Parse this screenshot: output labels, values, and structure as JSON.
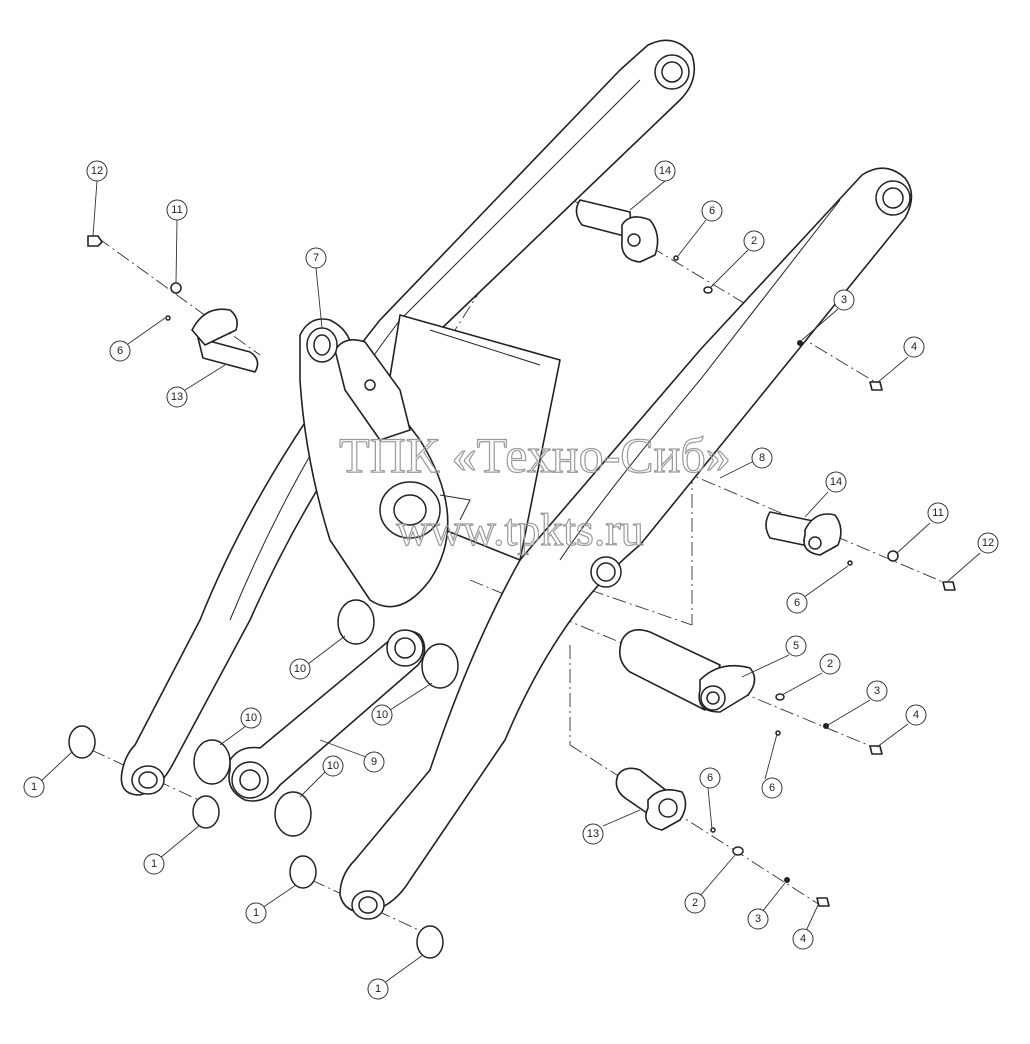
{
  "watermark": {
    "line1": "ТПК «Техно-Сиб»",
    "line2": "www.tpkts.ru"
  },
  "callouts": {
    "c1a": "1",
    "c1b": "1",
    "c1c": "1",
    "c1d": "1",
    "c2a": "2",
    "c2b": "2",
    "c2c": "2",
    "c3a": "3",
    "c3b": "3",
    "c3c": "3",
    "c4a": "4",
    "c4b": "4",
    "c4c": "4",
    "c5": "5",
    "c6a": "6",
    "c6b": "6",
    "c6c": "6",
    "c6d": "6",
    "c6e": "6",
    "c7": "7",
    "c8": "8",
    "c9": "9",
    "c10a": "10",
    "c10b": "10",
    "c10c": "10",
    "c10d": "10",
    "c11a": "11",
    "c11b": "11",
    "c12a": "12",
    "c12b": "12",
    "c13a": "13",
    "c13b": "13",
    "c14a": "14",
    "c14b": "14"
  }
}
